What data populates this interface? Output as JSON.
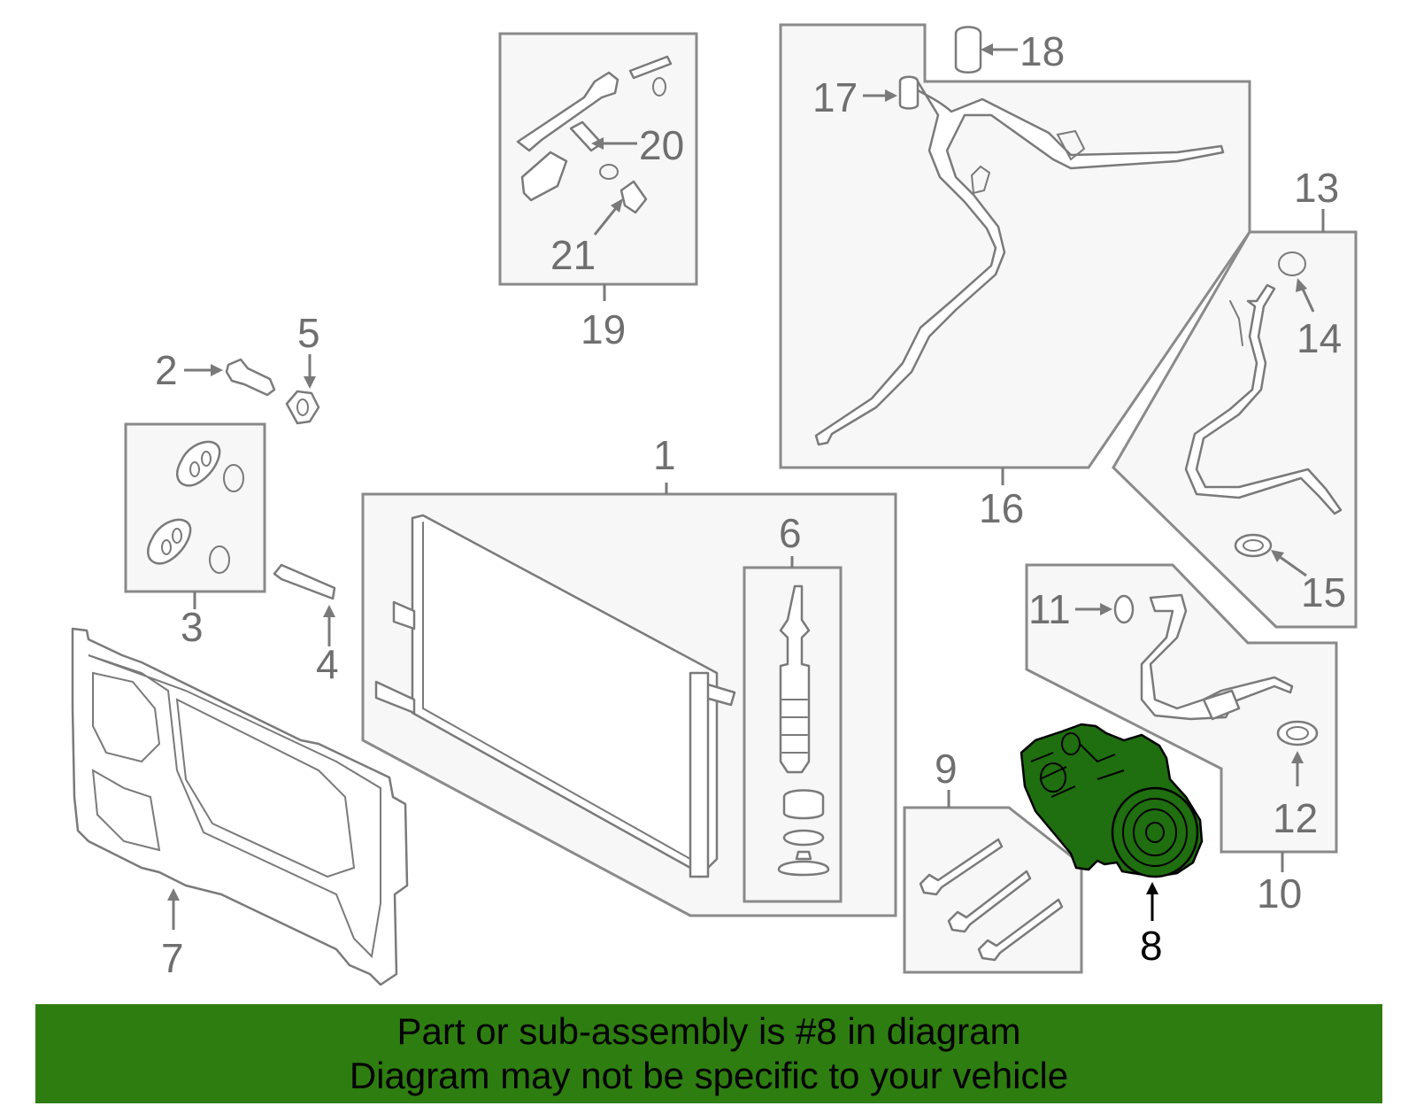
{
  "callouts": {
    "c1": "1",
    "c2": "2",
    "c3": "3",
    "c4": "4",
    "c5": "5",
    "c6": "6",
    "c7": "7",
    "c8": "8",
    "c9": "9",
    "c10": "10",
    "c11": "11",
    "c12": "12",
    "c13": "13",
    "c14": "14",
    "c15": "15",
    "c16": "16",
    "c17": "17",
    "c18": "18",
    "c19": "19",
    "c20": "20",
    "c21": "21"
  },
  "highlighted_part": "8",
  "colors": {
    "highlight_fill": "#1f6e0f",
    "banner_background": "#2e7d11",
    "banner_text": "#000000",
    "callout_text": "#6f6f6f",
    "panel_fill": "#f7f7f7"
  },
  "banner": {
    "line1": "Part or sub-assembly is #8 in diagram",
    "line2": "Diagram may not be specific to your vehicle"
  }
}
